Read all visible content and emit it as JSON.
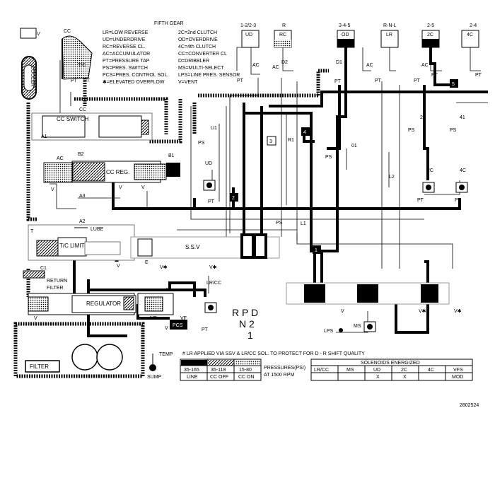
{
  "title": "FIFTH GEAR",
  "figure_id": "2802524",
  "legend_left": [
    "LR=LOW REVERSE",
    "UD=UNDERDRIVE",
    "RC=REVERSE CL.",
    "AC=ACCUMULATOR",
    "PT=PRESSURE TAP",
    "PS=PRES. SWITCH",
    "PCS=PRES. CONTROL SOL.",
    "✱=ELEVATED OVERFLOW"
  ],
  "legend_right": [
    "2C=2nd CLUTCH",
    "OD=OVERDRIVE",
    "4C=4th CLUTCH",
    "CC=CONVERTER CL",
    "D=DRIBBLER",
    "MS=MULTI-SELECT",
    "LPS=LINE PRES. SENSOR",
    "V=VENT"
  ],
  "clutches": [
    {
      "range": "1-2/2-3",
      "name": "UD"
    },
    {
      "range": "R",
      "name": "RC"
    },
    {
      "range": "3-4-5",
      "name": "OD"
    },
    {
      "range": "R-N-L",
      "name": "LR"
    },
    {
      "range": "2-5",
      "name": "2C"
    },
    {
      "range": "2-4",
      "name": "4C"
    }
  ],
  "components": {
    "cc": "CC",
    "tc": "T/C",
    "cooler": "COOLER",
    "cc_switch": "CC SWITCH",
    "cc_reg": "CC REG.",
    "tc_limit": "T/C LIMIT",
    "ssv": "S.S.V",
    "regulator": "REGULATOR",
    "return_filter_1": "RETURN",
    "return_filter_2": "FILTER",
    "filter": "FILTER",
    "lube": "LUBE",
    "pcs": "PCS",
    "sump": "SUMP",
    "temp": "TEMP",
    "lr_cc": "LR/CC",
    "ms": "MS",
    "lps": "LPS",
    "nr": "NR",
    "vf": "VF",
    "m": "M"
  },
  "passages": {
    "a1": "A1",
    "a2": "A2",
    "a3": "A3",
    "b1": "B1",
    "b2": "B2",
    "c1": "C1",
    "d1": "D1",
    "d2": "D2",
    "e": "E",
    "l1": "L1",
    "l2": "L2",
    "r1": "R1",
    "u1": "U1",
    "o1": "01",
    "n21": "21",
    "n41": "41",
    "t": "T"
  },
  "gear_selector": {
    "top": "R  P  D",
    "mid": "N  2",
    "bottom": "1"
  },
  "note": "# LR APPLIED VIA SSV & LR/CC SOL. TO PROTECT FOR D - R SHIFT QUALITY",
  "pressure_legend": {
    "values": [
      "35-165",
      "35-118",
      "15-80"
    ],
    "labels": [
      "LINE",
      "CC OFF",
      "CC ON"
    ],
    "caption_1": "PRESSURES(PSI)",
    "caption_2": "AT 1500 RPM"
  },
  "solenoids": {
    "title": "SOLENOIDS ENERGIZED",
    "headers": [
      "LR/CC",
      "MS",
      "UD",
      "2C",
      "4C",
      "VFS"
    ],
    "states": [
      "",
      "",
      "X",
      "X",
      "",
      "MOD"
    ]
  },
  "colors": {
    "line": "#000000",
    "cc_off": "#555555",
    "background": "#ffffff"
  }
}
